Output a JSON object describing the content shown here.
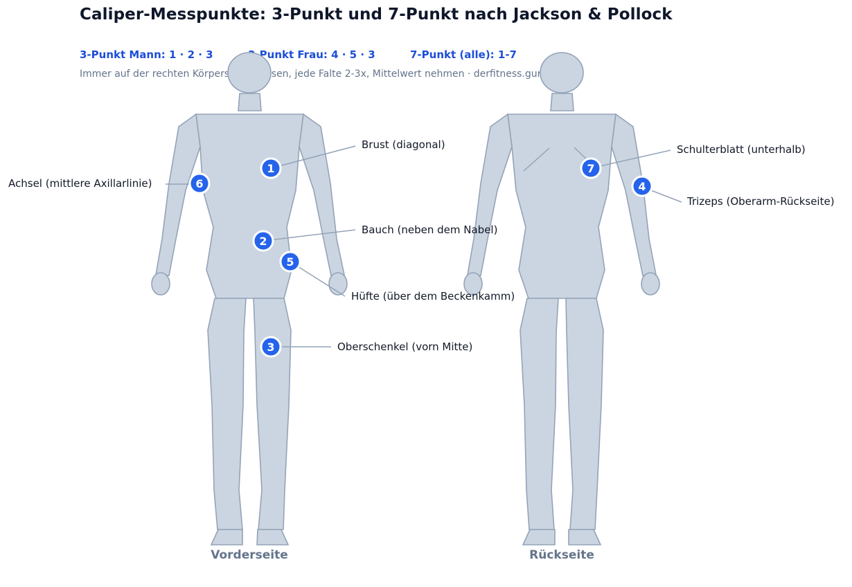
{
  "title": "Caliper-Messpunkte: 3-Punkt und 7-Punkt nach Jackson & Pollock",
  "legend": {
    "male": "3-Punkt Mann: 1 · 2 · 3",
    "female": "3-Punkt Frau: 4 · 5 · 3",
    "seven": "7-Punkt (alle): 1-7"
  },
  "subtitle": "Immer auf der rechten Körperseite messen, jede Falte 2-3x, Mittelwert nehmen · derfitness.guru",
  "views": {
    "front": "Vorderseite",
    "back": "Rückseite"
  },
  "sites": [
    {
      "number": "1",
      "label": "Brust (diagonal)"
    },
    {
      "number": "2",
      "label": "Bauch (neben dem Nabel)"
    },
    {
      "number": "3",
      "label": "Oberschenkel (vorn Mitte)"
    },
    {
      "number": "4",
      "label": "Trizeps (Oberarm-Rückseite)"
    },
    {
      "number": "5",
      "label": "Hüfte (über dem Beckenkamm)"
    },
    {
      "number": "6",
      "label": "Achsel (mittlere Axillarlinie)"
    },
    {
      "number": "7",
      "label": "Schulterblatt (unterhalb)"
    }
  ],
  "colors": {
    "marker": "#2563eb",
    "body_fill": "#cbd5e1",
    "body_stroke": "#94a3b8",
    "accent_text": "#1d4ed8"
  }
}
